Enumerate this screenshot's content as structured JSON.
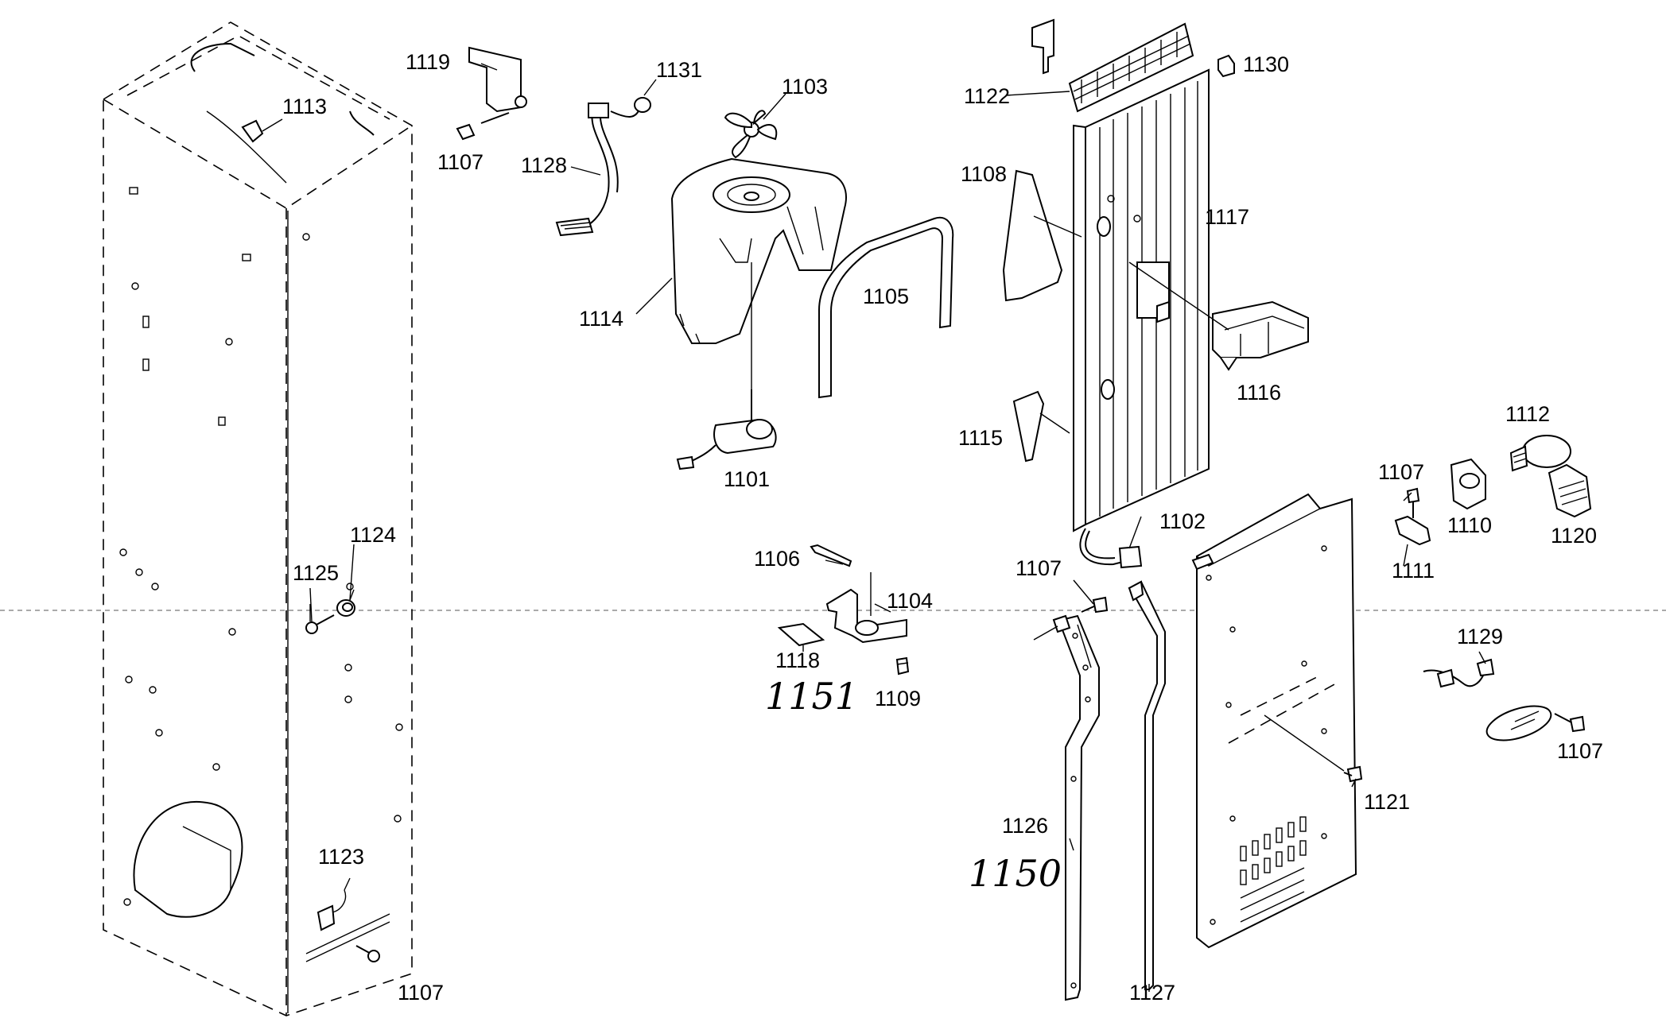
{
  "labels": {
    "p1119": "1119",
    "p1131": "1131",
    "p1103": "1103",
    "p1113": "1113",
    "p1107_a": "1107",
    "p1128": "1128",
    "p1114": "1114",
    "p1105": "1105",
    "p1101": "1101",
    "p1122": "1122",
    "p1130": "1130",
    "p1108": "1108",
    "p1117": "1117",
    "p1116": "1116",
    "p1115": "1115",
    "p1112": "1112",
    "p1107_b": "1107",
    "p1110": "1110",
    "p1120": "1120",
    "p1111": "1111",
    "p1102": "1102",
    "p1106": "1106",
    "p1104": "1104",
    "p1118": "1118",
    "p1109": "1109",
    "p1107_c": "1107",
    "p1129": "1129",
    "p1107_d": "1107",
    "p1121": "1121",
    "p1124": "1124",
    "p1125": "1125",
    "p1123": "1123",
    "p1107_e": "1107",
    "p1126": "1126",
    "p1127": "1127"
  },
  "handwritten": {
    "h1151": "1151",
    "h1150": "1150"
  }
}
